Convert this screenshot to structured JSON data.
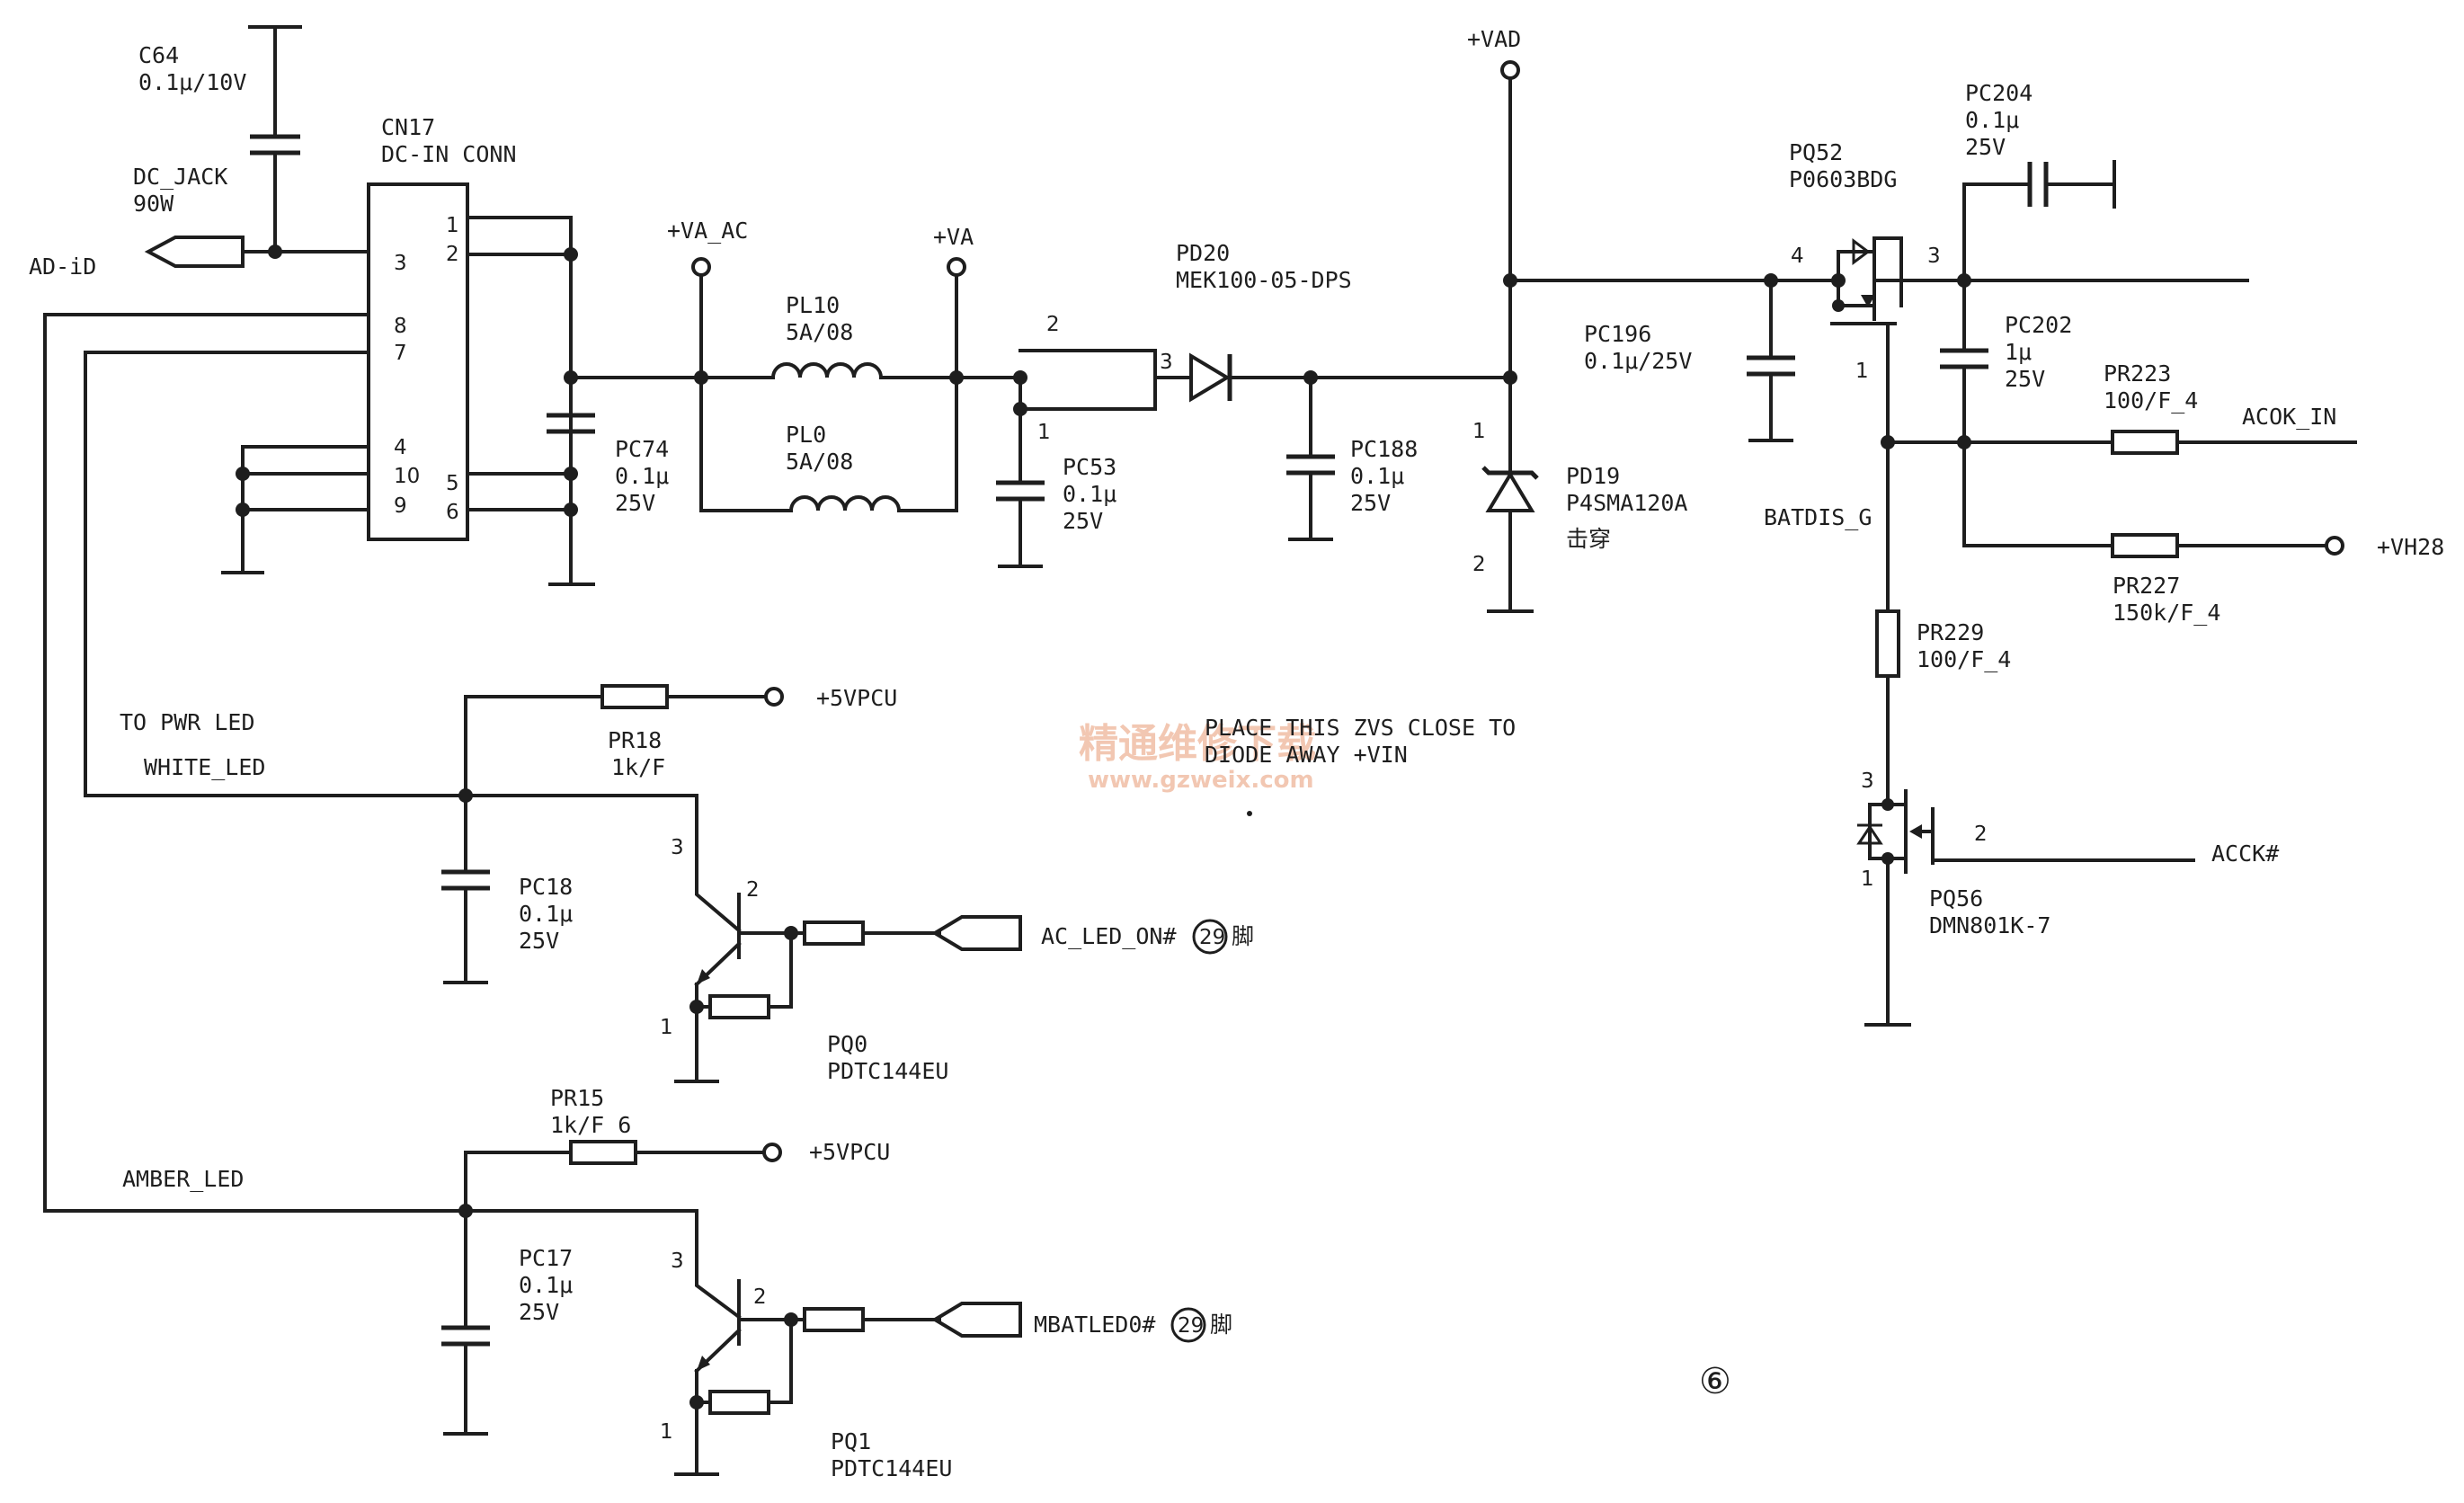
{
  "components": {
    "c64": {
      "ref": "C64",
      "value": "0.1μ/10V"
    },
    "cn17": {
      "ref": "CN17",
      "value": "DC-IN CONN",
      "pins": [
        "1",
        "2",
        "3",
        "8",
        "7",
        "4",
        "10",
        "9",
        "5",
        "6"
      ]
    },
    "dc_jack": {
      "ref": "DC_JACK",
      "value": "90W"
    },
    "pc74": {
      "ref": "PC74",
      "value": "0.1μ",
      "voltage": "25V"
    },
    "pl10": {
      "ref": "PL10",
      "value": "5A/08"
    },
    "pl0": {
      "ref": "PL0",
      "value": "5A/08"
    },
    "pc53": {
      "ref": "PC53",
      "value": "0.1μ",
      "voltage": "25V"
    },
    "pd20": {
      "ref": "PD20",
      "value": "MEK100-05-DPS",
      "pins": [
        "2",
        "1",
        "3"
      ]
    },
    "pc188": {
      "ref": "PC188",
      "value": "0.1μ",
      "voltage": "25V"
    },
    "pd19": {
      "ref": "PD19",
      "value": "P4SMA120A",
      "note": "击穿",
      "pins": [
        "1",
        "2"
      ]
    },
    "pc196": {
      "ref": "PC196",
      "value": "0.1μ/25V"
    },
    "pq52": {
      "ref": "PQ52",
      "value": "P0603BDG",
      "pins": [
        "4",
        "3",
        "1"
      ]
    },
    "pc204": {
      "ref": "PC204",
      "value": "0.1μ",
      "voltage": "25V"
    },
    "pc202": {
      "ref": "PC202",
      "value": "1μ",
      "voltage": "25V"
    },
    "pr223": {
      "ref": "PR223",
      "value": "100/F_4"
    },
    "pr227": {
      "ref": "PR227",
      "value": "150k/F_4"
    },
    "pr229": {
      "ref": "PR229",
      "value": "100/F_4"
    },
    "pq56": {
      "ref": "PQ56",
      "value": "DMN801K-7",
      "pins": [
        "3",
        "2",
        "1"
      ]
    },
    "pr18": {
      "ref": "PR18",
      "value": "1k/F"
    },
    "pc18": {
      "ref": "PC18",
      "value": "0.1μ",
      "voltage": "25V"
    },
    "pq0": {
      "ref": "PQ0",
      "value": "PDTC144EU",
      "pins": [
        "3",
        "2",
        "1"
      ]
    },
    "pr15": {
      "ref": "PR15",
      "value": "1k/F 6"
    },
    "pc17": {
      "ref": "PC17",
      "value": "0.1μ",
      "voltage": "25V"
    },
    "pq1": {
      "ref": "PQ1",
      "value": "PDTC144EU",
      "pins": [
        "3",
        "2",
        "1"
      ]
    }
  },
  "nets": {
    "ad_id": "AD-iD",
    "va_ac": "+VA_AC",
    "va": "+VA",
    "vad": "+VAD",
    "acok_in": "ACOK_IN",
    "vh28": "+VH28",
    "batdis_g": "BATDIS_G",
    "acck": "ACCK#",
    "vpcu_1": "+5VPCU",
    "vpcu_2": "+5VPCU",
    "to_pwr_led": "TO PWR LED",
    "white_led": "WHITE_LED",
    "amber_led": "AMBER_LED",
    "ac_led_on": "AC_LED_ON#",
    "mbatled0": "MBATLED0#",
    "pin_circle": "29",
    "pin_suffix": "脚"
  },
  "notes": {
    "zvs_line1": "PLACE THIS ZVS CLOSE TO",
    "zvs_line2": "DIODE AWAY +VIN",
    "page_marker": "⑥"
  },
  "watermark": {
    "line1": "精通维修下载",
    "line2": "www.gzweix.com"
  }
}
